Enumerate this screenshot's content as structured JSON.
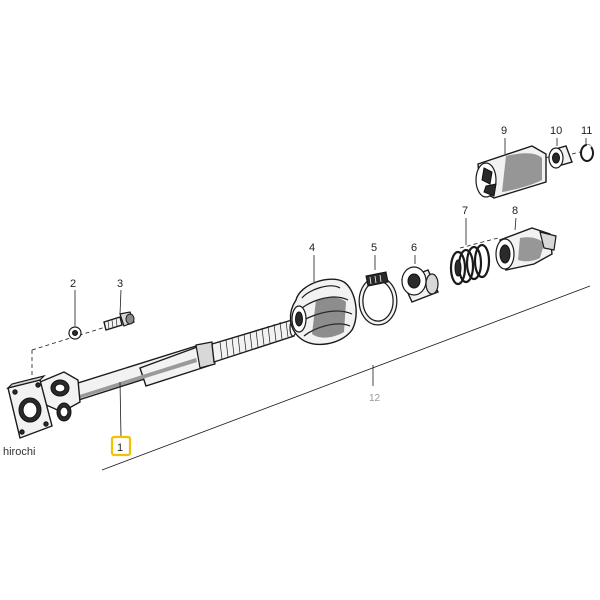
{
  "diagram": {
    "parts": [
      {
        "id": "1",
        "label": "1",
        "name": "steering shaft with universal joint",
        "highlighted": true
      },
      {
        "id": "2",
        "label": "2",
        "name": "lock washer"
      },
      {
        "id": "3",
        "label": "3",
        "name": "bolt"
      },
      {
        "id": "4",
        "label": "4",
        "name": "rubber boot"
      },
      {
        "id": "5",
        "label": "5",
        "name": "clamp"
      },
      {
        "id": "6",
        "label": "6",
        "name": "bushing"
      },
      {
        "id": "7",
        "label": "7",
        "name": "spring"
      },
      {
        "id": "8",
        "label": "8",
        "name": "sleeve"
      },
      {
        "id": "9",
        "label": "9",
        "name": "housing"
      },
      {
        "id": "10",
        "label": "10",
        "name": "bearing"
      },
      {
        "id": "11",
        "label": "11",
        "name": "circlip"
      }
    ],
    "assembly_ref": "12",
    "highlight_color": "#f2c200"
  },
  "watermark": "hirochi"
}
